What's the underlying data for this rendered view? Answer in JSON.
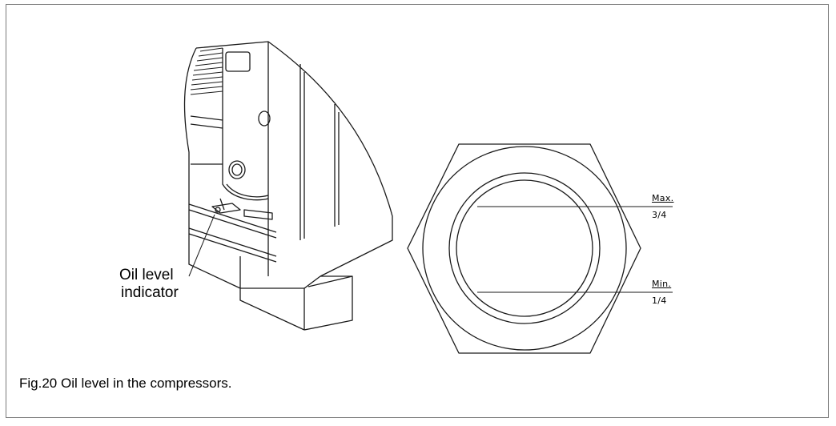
{
  "figure": {
    "callout": {
      "line1": "Oil level",
      "line2": "indicator"
    },
    "gauge": {
      "max_label": "Max.",
      "max_fraction": "3/4",
      "min_label": "Min.",
      "min_fraction": "1/4"
    },
    "caption": "Fig.20 Oil level in the compressors."
  }
}
